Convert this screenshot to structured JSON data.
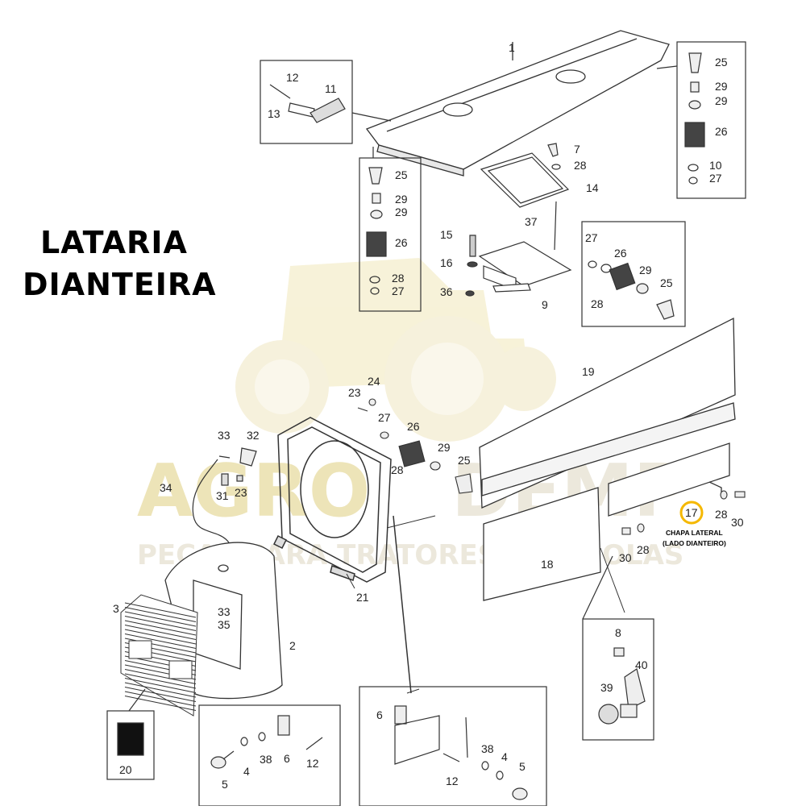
{
  "title": {
    "line1": "LATARIA",
    "line2": "DIANTEIRA"
  },
  "watermark": {
    "brand_a": "AGRO",
    "brand_b": "DEMP",
    "tagline": "PEÇAS PARA TRATORES AGRÍCOLAS",
    "color": "#ede4b8"
  },
  "highlight": {
    "part": "17",
    "label_line1": "CHAPA LATERAL",
    "label_line2": "(LADO DIANTEIRO)",
    "ring_color": "#f5b800"
  },
  "callouts": {
    "p1": "1",
    "p2": "2",
    "p3": "3",
    "p6": "6",
    "p7": "7",
    "p8": "8",
    "p9": "9",
    "p10": "10",
    "p11": "11",
    "p12": "12",
    "p13": "13",
    "p14": "14",
    "p15": "15",
    "p16": "16",
    "p18": "18",
    "p19": "19",
    "p20": "20",
    "p21": "21",
    "p23": "23",
    "p24": "24",
    "p25": "25",
    "p26": "26",
    "p27": "27",
    "p28": "28",
    "p29": "29",
    "p30": "30",
    "p31": "31",
    "p32": "32",
    "p33": "33",
    "p34": "34",
    "p35": "35",
    "p36": "36",
    "p37": "37",
    "p38": "38",
    "p39": "39",
    "p40": "40",
    "p4": "4",
    "p5": "5"
  }
}
